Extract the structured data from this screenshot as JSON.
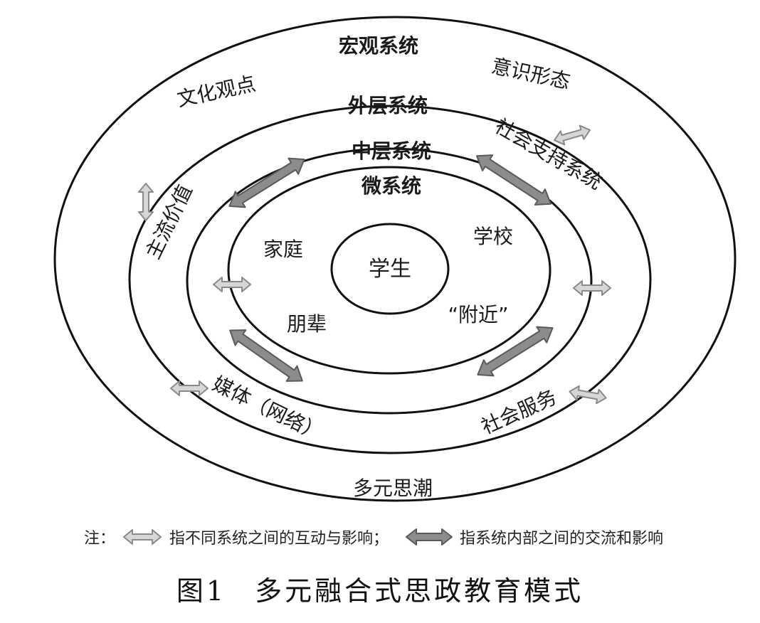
{
  "rings": {
    "macro": {
      "title": "宏观系统",
      "left_label": "文化观点",
      "right_label": "意识形态",
      "bottom_label": "多元思潮"
    },
    "exo": {
      "title": "外层系统",
      "left_label": "主流价值",
      "right_label": "社会支持系统",
      "bottom_left_label": "媒体（网络）",
      "bottom_right_label": "社会服务"
    },
    "meso": {
      "title": "中层系统"
    },
    "micro": {
      "title": "微系统",
      "items": [
        "家庭",
        "学校",
        "朋辈",
        "“附近”"
      ]
    },
    "center": "学生"
  },
  "legend": {
    "prefix": "注：",
    "light_arrow_desc": "指不同系统之间的互动与影响；",
    "dark_arrow_desc": "指系统内部之间的交流和影响"
  },
  "caption": {
    "number": "图1",
    "title": "多元融合式思政教育模式"
  },
  "colors": {
    "ring_stroke": "#111111",
    "light_arrow_fill": "#d6d6d6",
    "light_arrow_stroke": "#8a8a8a",
    "dark_arrow_fill": "#8c8c8c",
    "dark_arrow_stroke": "#5a5a5a"
  }
}
